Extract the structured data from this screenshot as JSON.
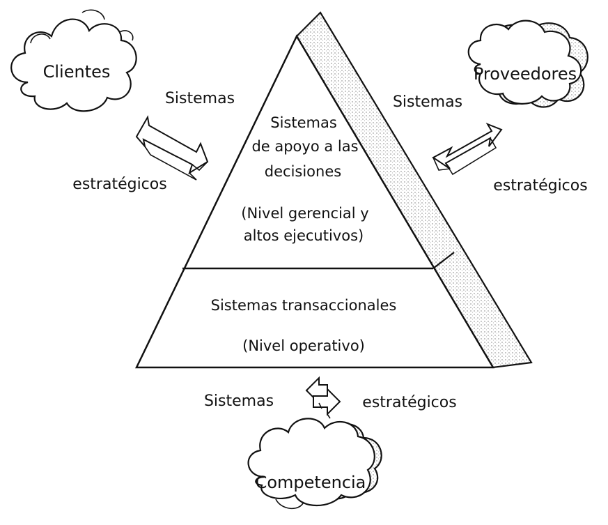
{
  "clouds": {
    "clientes": "Clientes",
    "proveedores": "Proveedores",
    "competencia": "Competencia"
  },
  "left_labels": {
    "top": "Sistemas",
    "bottom": "estratégicos"
  },
  "right_labels": {
    "top": "Sistemas",
    "bottom": "estratégicos"
  },
  "bottom_labels": {
    "left": "Sistemas",
    "right": "estratégicos"
  },
  "pyramid": {
    "upper": {
      "line1": "Sistemas",
      "line2": "de apoyo a las",
      "line3": "decisiones",
      "level_line1": "(Nivel gerencial y",
      "level_line2": "altos ejecutivos)"
    },
    "lower": {
      "title": "Sistemas transaccionales",
      "level": "(Nivel operativo)"
    }
  }
}
